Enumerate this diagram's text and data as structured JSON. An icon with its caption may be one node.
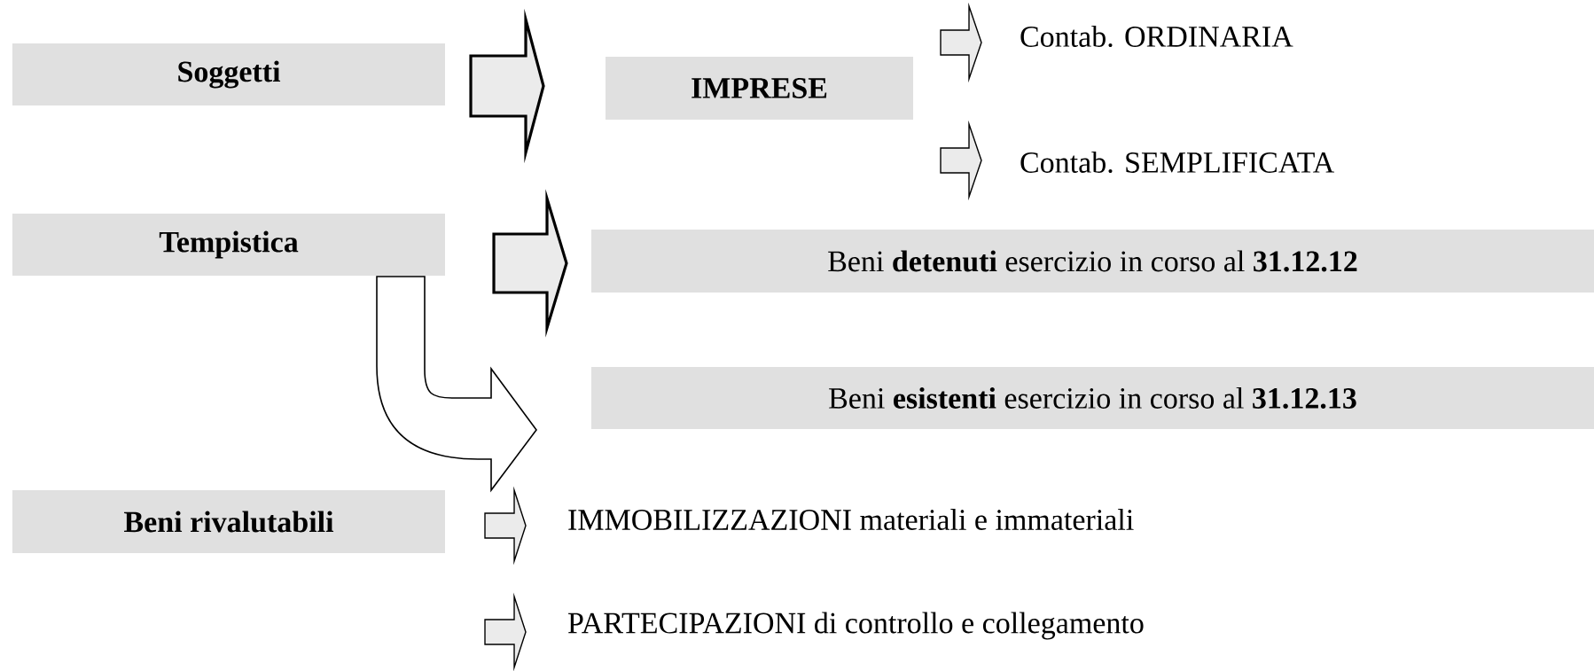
{
  "diagram": {
    "nodes": [
      {
        "text": [
          "Soggetti"
        ]
      },
      {
        "text": [
          "IMPRESE"
        ]
      },
      {
        "text": [
          "Contab. ORDINARIA"
        ]
      },
      {
        "text": [
          "Contab. SEMPLIFICATA"
        ]
      },
      {
        "text": [
          "Tempistica"
        ]
      },
      {
        "text": [
          "Beni **detenuti** esercizio in corso al **31.12.12**"
        ]
      },
      {
        "text": [
          "Beni **esistenti** esercizio in corso al **31.12.13**"
        ]
      },
      {
        "text": [
          "Beni rivalutabili"
        ]
      },
      {
        "text": [
          "IMMOBILIZZAZIONI materiali e immateriali"
        ]
      },
      {
        "text": [
          "PARTECIPAZIONI di controllo e collegamento"
        ]
      }
    ],
    "edges": [
      {
        "from": 0,
        "to": 1,
        "arrow": "to"
      },
      {
        "from": 1,
        "to": 2,
        "arrow": "to"
      },
      {
        "from": 1,
        "to": 3,
        "arrow": "to"
      },
      {
        "from": 4,
        "to": 5,
        "arrow": "to"
      },
      {
        "from": 4,
        "to": 6,
        "arrow": "to"
      },
      {
        "from": 7,
        "to": 8,
        "arrow": "to"
      },
      {
        "from": 7,
        "to": 9,
        "arrow": "to"
      }
    ]
  }
}
